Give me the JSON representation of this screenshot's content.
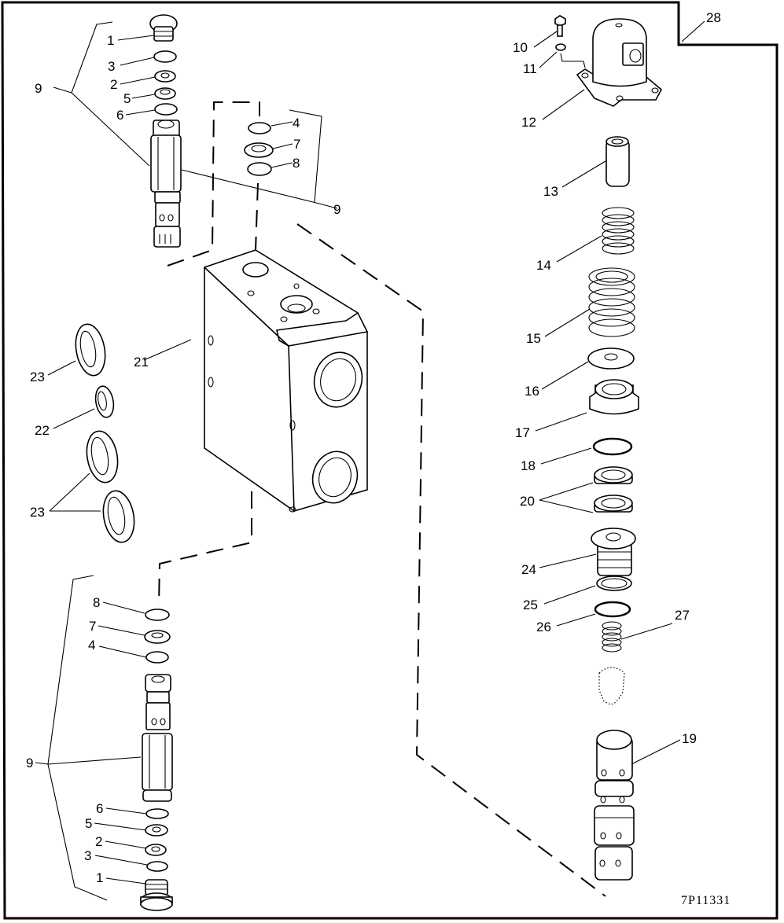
{
  "diagram": {
    "type": "exploded parts view",
    "subject": "hydraulic valve section assembly",
    "figure_id": "7P11331",
    "callouts": [
      {
        "id": "c1a",
        "label": "1"
      },
      {
        "id": "c3a",
        "label": "3"
      },
      {
        "id": "c2a",
        "label": "2"
      },
      {
        "id": "c5a",
        "label": "5"
      },
      {
        "id": "c6a",
        "label": "6"
      },
      {
        "id": "c9a",
        "label": "9"
      },
      {
        "id": "c4a",
        "label": "4"
      },
      {
        "id": "c7a",
        "label": "7"
      },
      {
        "id": "c8a",
        "label": "8"
      },
      {
        "id": "c9b",
        "label": "9"
      },
      {
        "id": "c10",
        "label": "10"
      },
      {
        "id": "c11",
        "label": "11"
      },
      {
        "id": "c12",
        "label": "12"
      },
      {
        "id": "c28",
        "label": "28"
      },
      {
        "id": "c13",
        "label": "13"
      },
      {
        "id": "c14",
        "label": "14"
      },
      {
        "id": "c15",
        "label": "15"
      },
      {
        "id": "c16",
        "label": "16"
      },
      {
        "id": "c17",
        "label": "17"
      },
      {
        "id": "c18",
        "label": "18"
      },
      {
        "id": "c20",
        "label": "20"
      },
      {
        "id": "c24",
        "label": "24"
      },
      {
        "id": "c25",
        "label": "25"
      },
      {
        "id": "c26",
        "label": "26"
      },
      {
        "id": "c27",
        "label": "27"
      },
      {
        "id": "c19",
        "label": "19"
      },
      {
        "id": "c21",
        "label": "21"
      },
      {
        "id": "c23a",
        "label": "23"
      },
      {
        "id": "c22",
        "label": "22"
      },
      {
        "id": "c23b",
        "label": "23"
      },
      {
        "id": "c8b",
        "label": "8"
      },
      {
        "id": "c7b",
        "label": "7"
      },
      {
        "id": "c4b",
        "label": "4"
      },
      {
        "id": "c9c",
        "label": "9"
      },
      {
        "id": "c6b",
        "label": "6"
      },
      {
        "id": "c5b",
        "label": "5"
      },
      {
        "id": "c2b",
        "label": "2"
      },
      {
        "id": "c3b",
        "label": "3"
      },
      {
        "id": "c1b",
        "label": "1"
      }
    ]
  }
}
